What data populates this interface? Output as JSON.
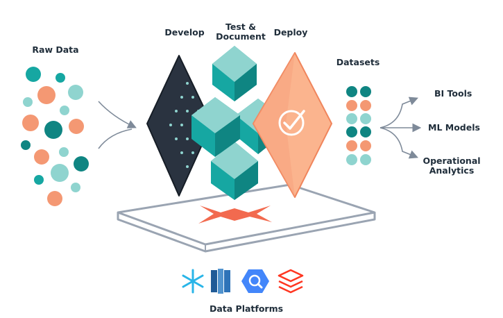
{
  "labels": {
    "raw_data": "Raw Data",
    "develop": "Develop",
    "test_document_line1": "Test &",
    "test_document_line2": "Document",
    "deploy": "Deploy",
    "datasets": "Datasets",
    "data_platforms": "Data Platforms"
  },
  "outputs": [
    {
      "line1": "BI Tools",
      "line2": ""
    },
    {
      "line1": "ML Models",
      "line2": ""
    },
    {
      "line1": "Operational",
      "line2": "Analytics"
    }
  ],
  "platform_icons": [
    "snowflake-icon",
    "redshift-icon",
    "bigquery-icon",
    "databricks-icon"
  ],
  "colors": {
    "teal_dark": "#0f8582",
    "teal_mid": "#16a7a2",
    "teal_light": "#8fd4cf",
    "orange": "#f49873",
    "orange_light": "#fbb48e",
    "navy": "#2a3340",
    "text": "#1f2d3a",
    "arrow": "#7e8a99",
    "brand_x": "#f26a4f"
  }
}
